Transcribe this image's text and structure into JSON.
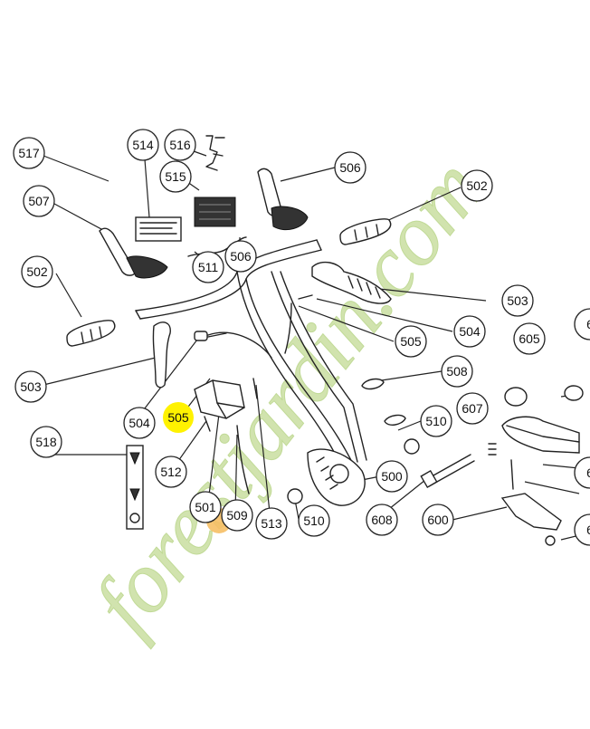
{
  "diagram": {
    "watermark": "forestjardin.com",
    "callouts": [
      {
        "id": "c517",
        "label": "517",
        "highlight": false
      },
      {
        "id": "c514",
        "label": "514",
        "highlight": false
      },
      {
        "id": "c516",
        "label": "516",
        "highlight": false
      },
      {
        "id": "c515",
        "label": "515",
        "highlight": false
      },
      {
        "id": "c506a",
        "label": "506",
        "highlight": false
      },
      {
        "id": "c502a",
        "label": "502",
        "highlight": false
      },
      {
        "id": "c507",
        "label": "507",
        "highlight": false
      },
      {
        "id": "c511",
        "label": "511",
        "highlight": false
      },
      {
        "id": "c506b",
        "label": "506",
        "highlight": false
      },
      {
        "id": "c502b",
        "label": "502",
        "highlight": false
      },
      {
        "id": "c503a",
        "label": "503",
        "highlight": false
      },
      {
        "id": "c504a",
        "label": "504",
        "highlight": false
      },
      {
        "id": "c505a",
        "label": "505",
        "highlight": false
      },
      {
        "id": "c605",
        "label": "605",
        "highlight": false
      },
      {
        "id": "c6ea",
        "label": "6",
        "highlight": false
      },
      {
        "id": "c503b",
        "label": "503",
        "highlight": false
      },
      {
        "id": "c508",
        "label": "508",
        "highlight": false
      },
      {
        "id": "c607",
        "label": "607",
        "highlight": false
      },
      {
        "id": "c504b",
        "label": "504",
        "highlight": false
      },
      {
        "id": "c505b",
        "label": "505",
        "highlight": true
      },
      {
        "id": "c510a",
        "label": "510",
        "highlight": false
      },
      {
        "id": "c518",
        "label": "518",
        "highlight": false
      },
      {
        "id": "c512",
        "label": "512",
        "highlight": false
      },
      {
        "id": "c500",
        "label": "500",
        "highlight": false
      },
      {
        "id": "c6eb",
        "label": "6",
        "highlight": false
      },
      {
        "id": "c501",
        "label": "501",
        "highlight": false
      },
      {
        "id": "c509",
        "label": "509",
        "highlight": false
      },
      {
        "id": "c513",
        "label": "513",
        "highlight": false
      },
      {
        "id": "c510b",
        "label": "510",
        "highlight": false
      },
      {
        "id": "c608",
        "label": "608",
        "highlight": false
      },
      {
        "id": "c600",
        "label": "600",
        "highlight": false
      },
      {
        "id": "c6ec",
        "label": "6",
        "highlight": false
      }
    ],
    "colors": {
      "highlight": "#fff200",
      "callout_stroke": "#222222",
      "watermark_green": "#c9dfa0",
      "watermark_orange": "#f5b44a"
    }
  }
}
